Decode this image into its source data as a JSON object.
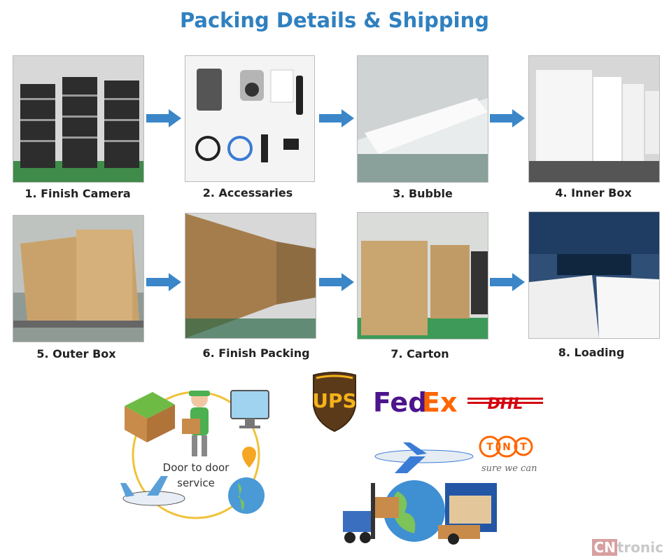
{
  "title": "Packing Details & Shipping",
  "steps": [
    {
      "label": "1. Finish Camera"
    },
    {
      "label": "2. Accessaries"
    },
    {
      "label": "3. Bubble"
    },
    {
      "label": "4. Inner Box"
    },
    {
      "label": "5. Outer Box"
    },
    {
      "label": "6. Finish Packing"
    },
    {
      "label": "7. Carton"
    },
    {
      "label": "8. Loading"
    }
  ],
  "service": {
    "line1": "Door to door",
    "line2": "service"
  },
  "carriers": {
    "ups": "UPS",
    "fedex_fed": "Fed",
    "fedex_ex": "Ex",
    "dhl": "DHL",
    "tnt": "TNT",
    "tnt_tag": "sure we can"
  },
  "watermark": {
    "cn": "CN",
    "rest": "tronic"
  },
  "colors": {
    "title": "#2f80c0",
    "arrow": "#3a86c8",
    "fedex_purple": "#4d148c",
    "fedex_orange": "#ff6600",
    "dhl_red": "#d40511",
    "ups_brown": "#5b3a1a",
    "ups_gold": "#f6b21a"
  }
}
